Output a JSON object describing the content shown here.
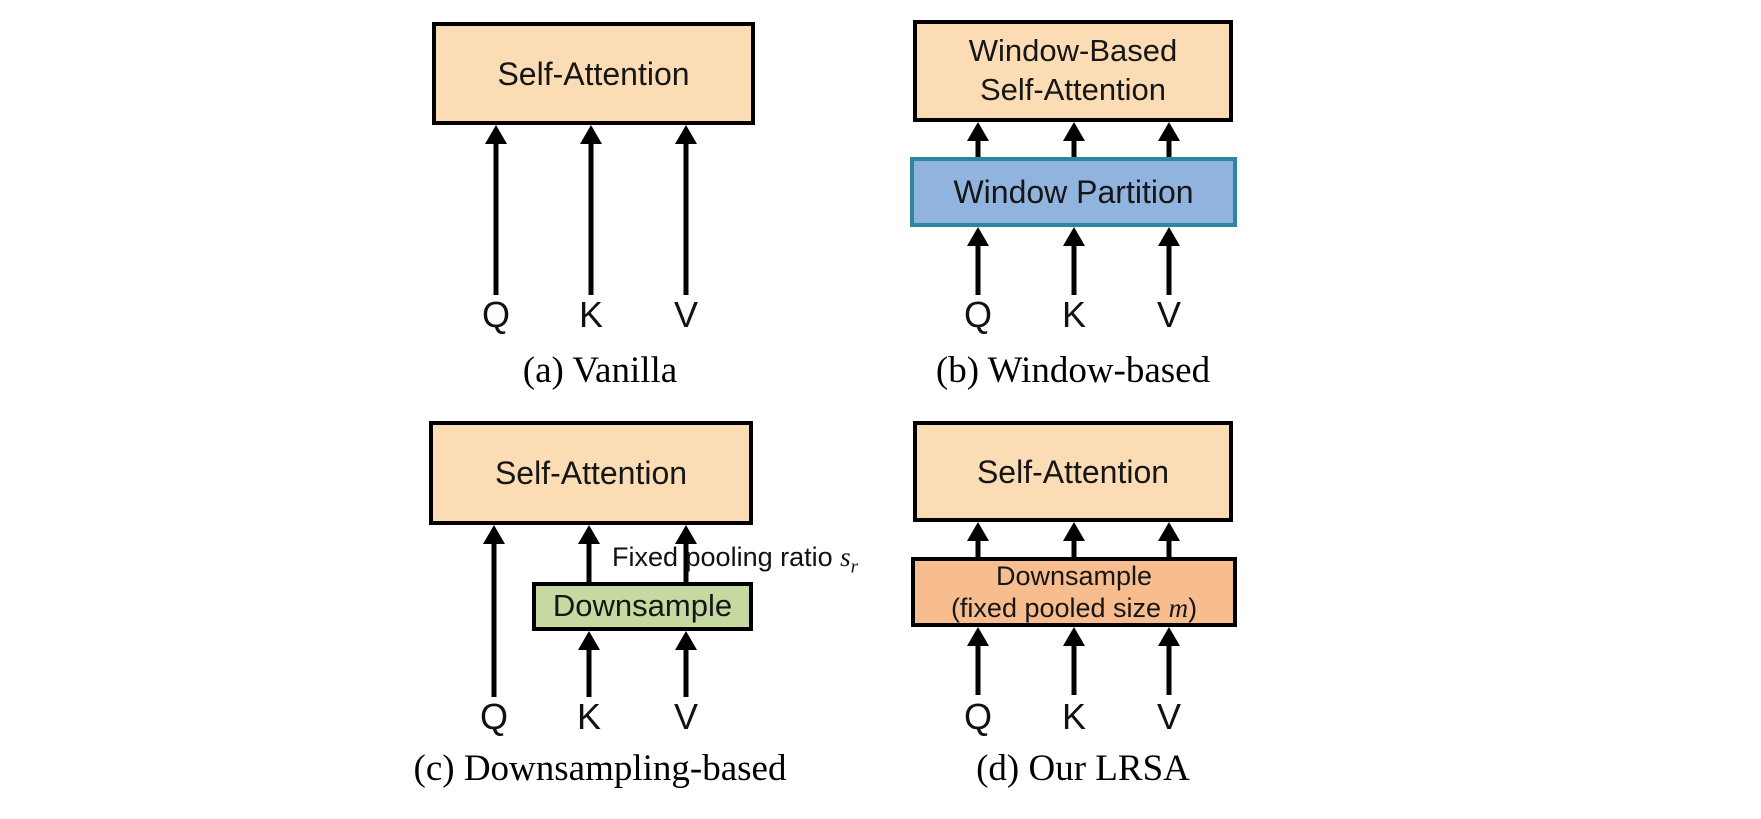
{
  "colors": {
    "peach_fill": "#FBDCB4",
    "blue_fill": "#91B4DF",
    "blue_border": "#31859C",
    "green_fill": "#C5D9A1",
    "orange_fill": "#F7BD8F",
    "box_border": "#000000",
    "arrow": "#000000"
  },
  "panels": {
    "a": {
      "box": "Self-Attention",
      "inputs": [
        "Q",
        "K",
        "V"
      ],
      "caption": "(a) Vanilla"
    },
    "b": {
      "box_top_line1": "Window-Based",
      "box_top_line2": "Self-Attention",
      "box_bottom": "Window Partition",
      "inputs": [
        "Q",
        "K",
        "V"
      ],
      "caption": "(b) Window-based"
    },
    "c": {
      "box_top": "Self-Attention",
      "box_bottom": "Downsample",
      "annotation_text": "Fixed pooling ratio ",
      "annotation_var": "s",
      "annotation_sub": "r",
      "inputs": [
        "Q",
        "K",
        "V"
      ],
      "caption": "(c) Downsampling-based"
    },
    "d": {
      "box_top": "Self-Attention",
      "box_bottom_line1": "Downsample",
      "box_bottom_line2_prefix": "(fixed pooled size ",
      "box_bottom_line2_var": "m",
      "box_bottom_line2_suffix": ")",
      "inputs": [
        "Q",
        "K",
        "V"
      ],
      "caption": "(d) Our LRSA"
    }
  }
}
